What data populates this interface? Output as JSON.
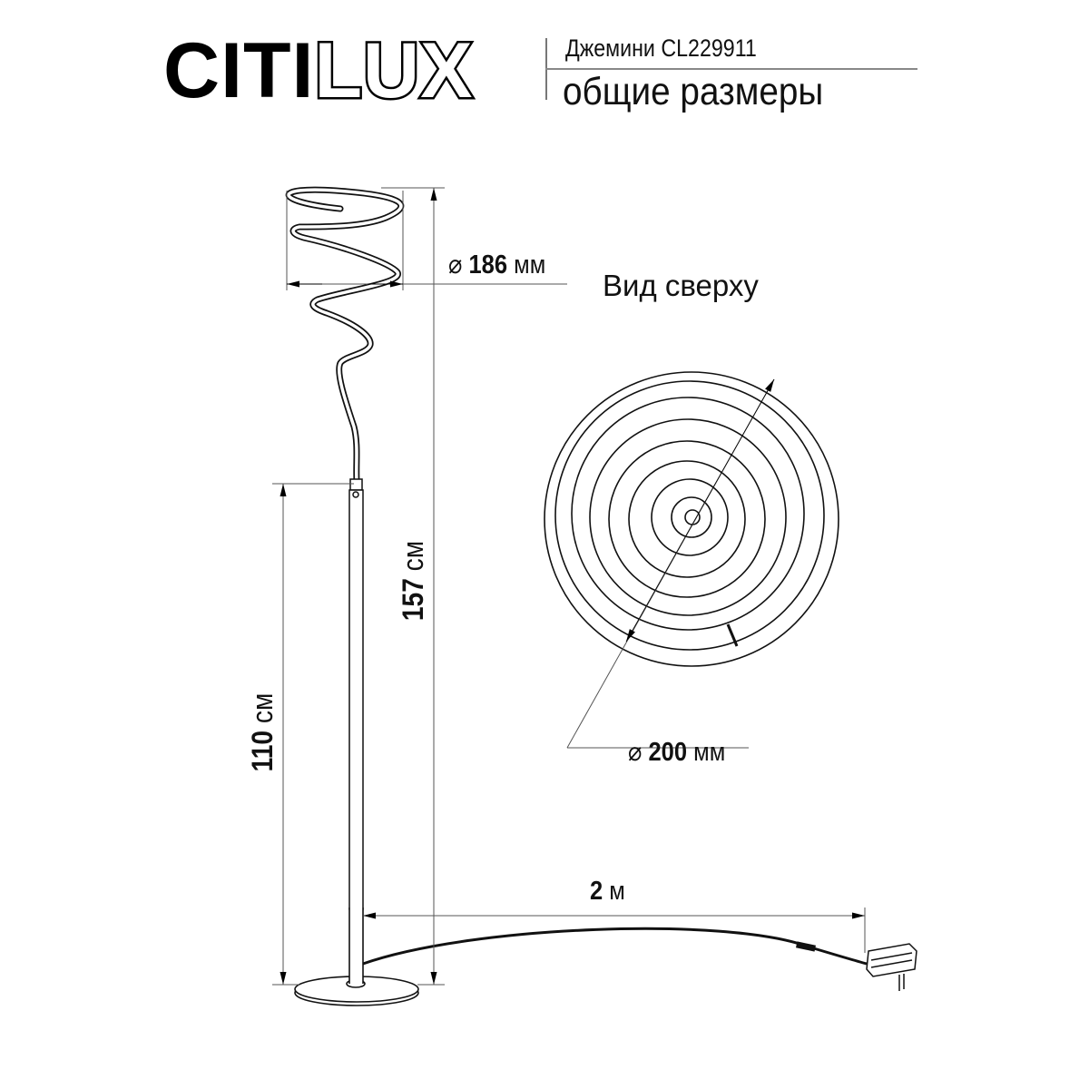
{
  "header": {
    "brand_solid": "CITI",
    "brand_outline": "LUX",
    "model": "Джемини CL229911",
    "subtitle": "общие размеры"
  },
  "labels": {
    "top_view": "Вид сверху",
    "diameter_symbol": "⌀",
    "shade_diameter": {
      "value": "186",
      "unit": "мм"
    },
    "top_diameter": {
      "value": "200",
      "unit": "мм"
    },
    "total_height": {
      "value": "157",
      "unit": "см"
    },
    "stand_height": {
      "value": "110",
      "unit": "см"
    },
    "cable_length": {
      "value": "2",
      "unit": "м"
    }
  },
  "colors": {
    "line": "#111111",
    "dimension_line": "#555555",
    "background": "#ffffff"
  }
}
